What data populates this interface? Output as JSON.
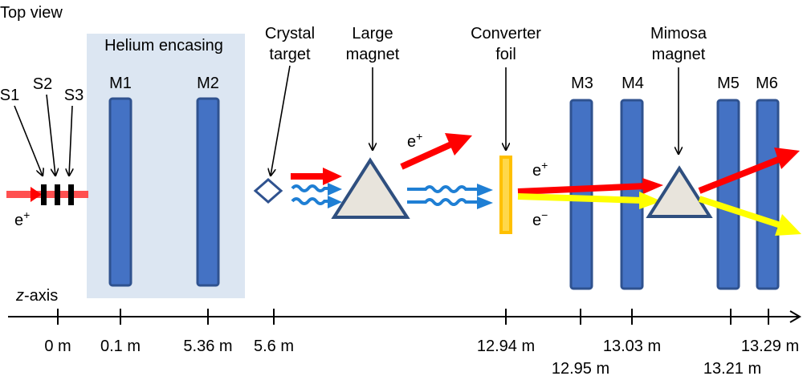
{
  "header": {
    "view_label": "Top view"
  },
  "helium": {
    "label": "Helium encasing"
  },
  "scintillators": [
    {
      "name": "S1"
    },
    {
      "name": "S2"
    },
    {
      "name": "S3"
    }
  ],
  "modules": [
    {
      "name": "M1"
    },
    {
      "name": "M2"
    },
    {
      "name": "M3"
    },
    {
      "name": "M4"
    },
    {
      "name": "M5"
    },
    {
      "name": "M6"
    }
  ],
  "components": {
    "crystal_target": {
      "line1": "Crystal",
      "line2": "target"
    },
    "large_magnet": {
      "line1": "Large",
      "line2": "magnet"
    },
    "converter_foil": {
      "line1": "Converter",
      "line2": "foil"
    },
    "mimosa_magnet": {
      "line1": "Mimosa",
      "line2": "magnet"
    }
  },
  "particles": {
    "beam_in": {
      "label": "e",
      "charge": "+"
    },
    "deflected": {
      "label": "e",
      "charge": "+"
    },
    "converted_positron": {
      "label": "e",
      "charge": "+"
    },
    "converted_electron": {
      "label": "e",
      "charge": "−"
    }
  },
  "axis": {
    "label_italic": "z",
    "label_rest": "-axis",
    "ticks_upper": [
      "0 m",
      "0.1 m",
      "5.36 m",
      "5.6 m",
      "12.94 m",
      "13.03 m",
      "13.29 m"
    ],
    "ticks_lower": [
      "12.95 m",
      "13.21 m"
    ]
  },
  "colors": {
    "module_fill": "#4472c4",
    "module_stroke": "#2f528f",
    "helium_bg": "#dce6f2",
    "positron": "#ff0000",
    "electron": "#ffff00",
    "photon": "#1f7fd4",
    "foil": "#ffc000",
    "magnet_fill": "#e8e4dc",
    "magnet_stroke": "#2f4f7f"
  }
}
